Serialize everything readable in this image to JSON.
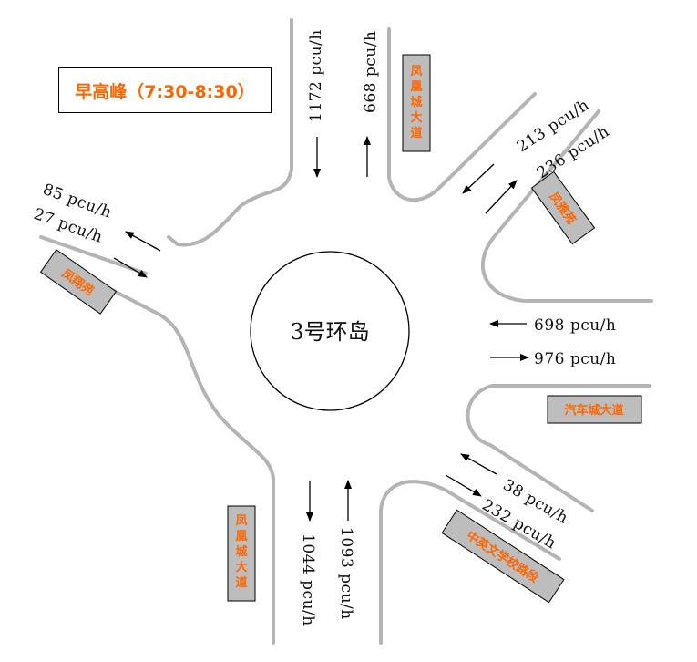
{
  "title": "早高峰（7:30-8:30）",
  "island_label": "3号环岛",
  "road_names": {
    "north": "凤凰城大道",
    "northeast": "凤雅苑",
    "west": "凤翔苑",
    "east": "汽车城大道",
    "southeast": "中英文学校路段",
    "south": "凤凰城大道"
  },
  "flows": {
    "north_in": "1172 pcu/h",
    "north_out": "668 pcu/h",
    "northeast_in": "213 pcu/h",
    "northeast_out": "236 pcu/h",
    "west_out": "85 pcu/h",
    "west_in": "27 pcu/h",
    "east_in": "698 pcu/h",
    "east_out": "976 pcu/h",
    "southeast_out": "38 pcu/h",
    "southeast_in": "232 pcu/h",
    "south_out": "1044 pcu/h",
    "south_in": "1093 pcu/h"
  },
  "colors": {
    "road": "#b4b4b4",
    "label_text": "#ff6600",
    "label_box": "#bdbdbd"
  }
}
